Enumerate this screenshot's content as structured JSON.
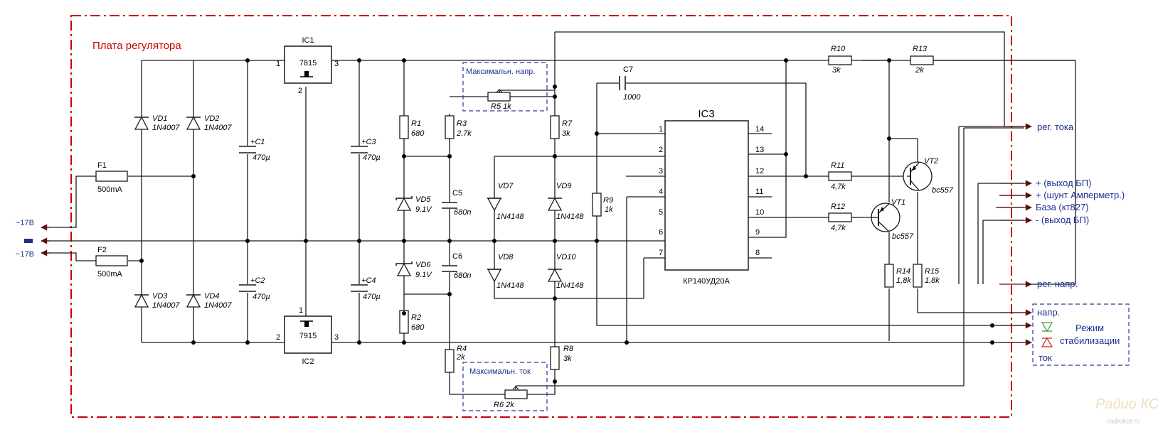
{
  "board_title": "Плата регулятора",
  "colors": {
    "border": "#cc0000",
    "wire": "#1a1a1a",
    "note_blue": "#1f2f8f",
    "port_arrow": "#5a1010",
    "led_green": "#3a9a3a",
    "led_red": "#cc2020"
  },
  "input": {
    "ac_top": "~17В",
    "ac_bottom": "~17В"
  },
  "fuses": [
    {
      "ref": "F1",
      "value": "500mA"
    },
    {
      "ref": "F2",
      "value": "500mA"
    }
  ],
  "diodes": [
    {
      "ref": "VD1",
      "value": "1N4007"
    },
    {
      "ref": "VD2",
      "value": "1N4007"
    },
    {
      "ref": "VD3",
      "value": "1N4007"
    },
    {
      "ref": "VD4",
      "value": "1N4007"
    },
    {
      "ref": "VD5",
      "value": "9.1V"
    },
    {
      "ref": "VD6",
      "value": "9.1V"
    },
    {
      "ref": "VD7",
      "value": "1N4148"
    },
    {
      "ref": "VD8",
      "value": "1N4148"
    },
    {
      "ref": "VD9",
      "value": "1N4148"
    },
    {
      "ref": "VD10",
      "value": "1N4148"
    }
  ],
  "capacitors": [
    {
      "ref": "C1",
      "value": "470µ"
    },
    {
      "ref": "C2",
      "value": "470µ"
    },
    {
      "ref": "C3",
      "value": "470µ"
    },
    {
      "ref": "C4",
      "value": "470µ"
    },
    {
      "ref": "C5",
      "value": "680n"
    },
    {
      "ref": "C6",
      "value": "680n"
    },
    {
      "ref": "C7",
      "value": "1000"
    }
  ],
  "regulators": [
    {
      "ref": "IC1",
      "part": "7815",
      "pin_in": "1",
      "pin_gnd": "2",
      "pin_out": "3"
    },
    {
      "ref": "IC2",
      "part": "7915",
      "pin_in": "2",
      "pin_gnd": "1",
      "pin_out": "3"
    }
  ],
  "opamp": {
    "ref": "IC3",
    "part": "КР140УД20А",
    "left_pins": [
      "1",
      "2",
      "3",
      "4",
      "5",
      "6",
      "7"
    ],
    "right_pins": [
      "14",
      "13",
      "12",
      "11",
      "10",
      "9",
      "8"
    ]
  },
  "resistors": [
    {
      "ref": "R1",
      "value": "680"
    },
    {
      "ref": "R2",
      "value": "680"
    },
    {
      "ref": "R3",
      "value": "2.7k"
    },
    {
      "ref": "R4",
      "value": "2k"
    },
    {
      "ref": "R5",
      "value": "1k"
    },
    {
      "ref": "R6",
      "value": "2k"
    },
    {
      "ref": "R7",
      "value": "3k"
    },
    {
      "ref": "R8",
      "value": "3k"
    },
    {
      "ref": "R9",
      "value": "1k"
    },
    {
      "ref": "R10",
      "value": "3k"
    },
    {
      "ref": "R11",
      "value": "4,7k"
    },
    {
      "ref": "R12",
      "value": "4,7k"
    },
    {
      "ref": "R13",
      "value": "2k"
    },
    {
      "ref": "R14",
      "value": "1,8k"
    },
    {
      "ref": "R15",
      "value": "1,8k"
    }
  ],
  "transistors": [
    {
      "ref": "VT1",
      "part": "bc557"
    },
    {
      "ref": "VT2",
      "part": "bc557"
    }
  ],
  "pot_notes": {
    "voltage": "Максимальн. напр.",
    "current": "Максимальн. ток"
  },
  "outputs": [
    "рег. тока",
    "+ (выход БП)",
    "+ (шунт Амперметр.)",
    "База (кт827)",
    "- (выход БП)",
    "рег. напр."
  ],
  "mode_box": {
    "top": "напр.",
    "title_1": "Режим",
    "title_2": "стабилизации",
    "bottom": "ток"
  },
  "watermark": {
    "brand": "Радио КОТ",
    "site": "radiokot.ru"
  }
}
